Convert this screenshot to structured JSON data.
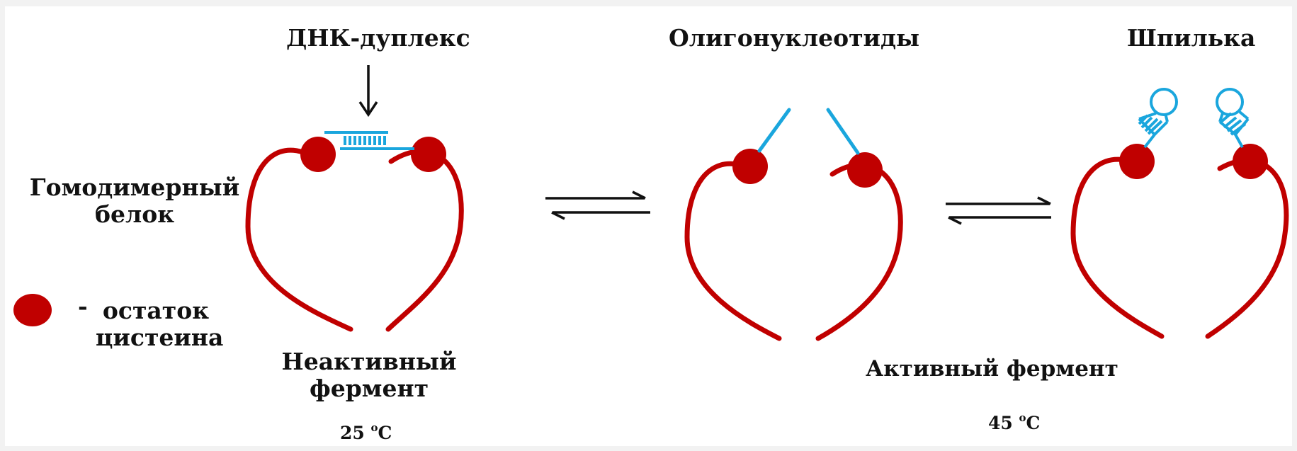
{
  "labels": {
    "dna_duplex": "ДНК-дуплекс",
    "oligonucleotides": "Олигонуклеотиды",
    "hairpin": "Шпилька",
    "homodimer_line1": "Гомодимерный",
    "homodimer_line2": "белок",
    "legend_dash": "-",
    "legend_line1": "остаток",
    "legend_line2": "цистеина",
    "inactive_line1": "Неактивный",
    "inactive_line2": "фермент",
    "active": "Активный фермент"
  },
  "temperatures": {
    "low": {
      "value": "25 ",
      "degree": "o",
      "unit": "C"
    },
    "high": {
      "value": "45 ",
      "degree": "o",
      "unit": "C"
    }
  },
  "colors": {
    "protein": "#c00000",
    "dna": "#1aa6dd",
    "arrow": "#111111"
  }
}
